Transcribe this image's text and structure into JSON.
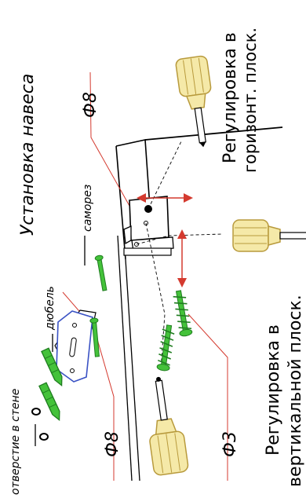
{
  "labels": {
    "title": "Установка навеса",
    "horizontal_1": "Регулировка в",
    "horizontal_2": "горизонт. плоск.",
    "vertical_1": "Регулировка в",
    "vertical_2": "вертикальной плоск.",
    "screw": "саморез",
    "dowel": "дюбель",
    "wall_hole": "отверстие в стене",
    "d8_top": "Ф8",
    "d8_bottom": "Ф8",
    "d3": "Ф3"
  },
  "colors": {
    "green": "#44c23a",
    "green_dark": "#1f7d1f",
    "red": "#d43a2f",
    "yellow": "#f5e9a8",
    "yellow_dark": "#b89a3c",
    "plate_blue": "#3a52c4"
  },
  "icons": [
    "screwdriver-icon",
    "dowel-icon",
    "screw-icon",
    "hinge-plate-icon",
    "mount-block-icon",
    "arrow-icon"
  ]
}
